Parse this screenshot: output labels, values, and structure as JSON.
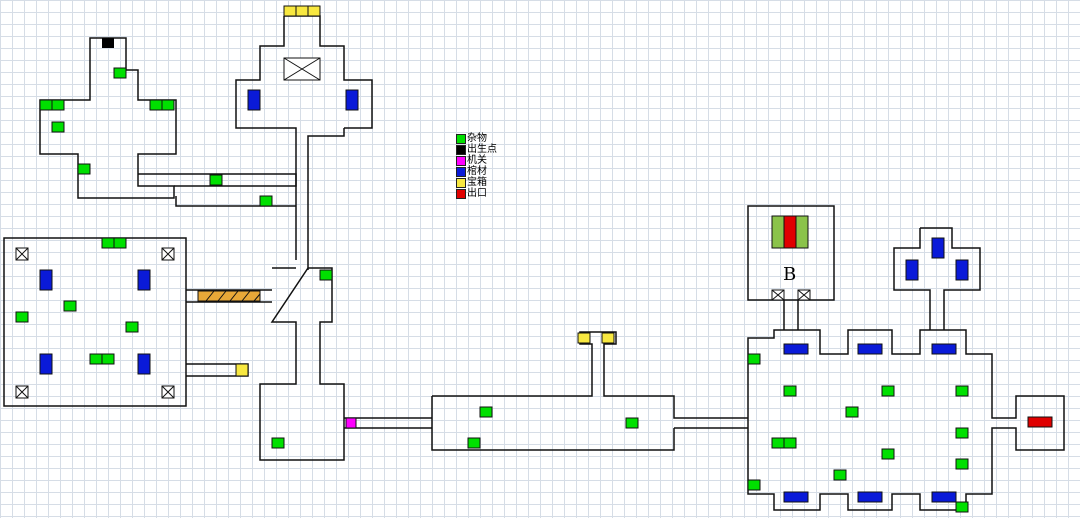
{
  "legend": {
    "items": [
      {
        "label": "杂物",
        "color": "#00e000"
      },
      {
        "label": "出生点",
        "color": "#000000"
      },
      {
        "label": "机关",
        "color": "#ff00ff"
      },
      {
        "label": "棺材",
        "color": "#0a1ad8"
      },
      {
        "label": "宝箱",
        "color": "#f8e840"
      },
      {
        "label": "出口",
        "color": "#e00000"
      }
    ]
  },
  "boss_room": {
    "label": "B"
  },
  "colors": {
    "wall": "#111111",
    "debris": "#00e000",
    "spawn": "#000000",
    "mechanism": "#ff00ff",
    "coffin": "#0a1ad8",
    "chest": "#f8e840",
    "exit": "#e00000",
    "bridge": "#e8a838"
  }
}
